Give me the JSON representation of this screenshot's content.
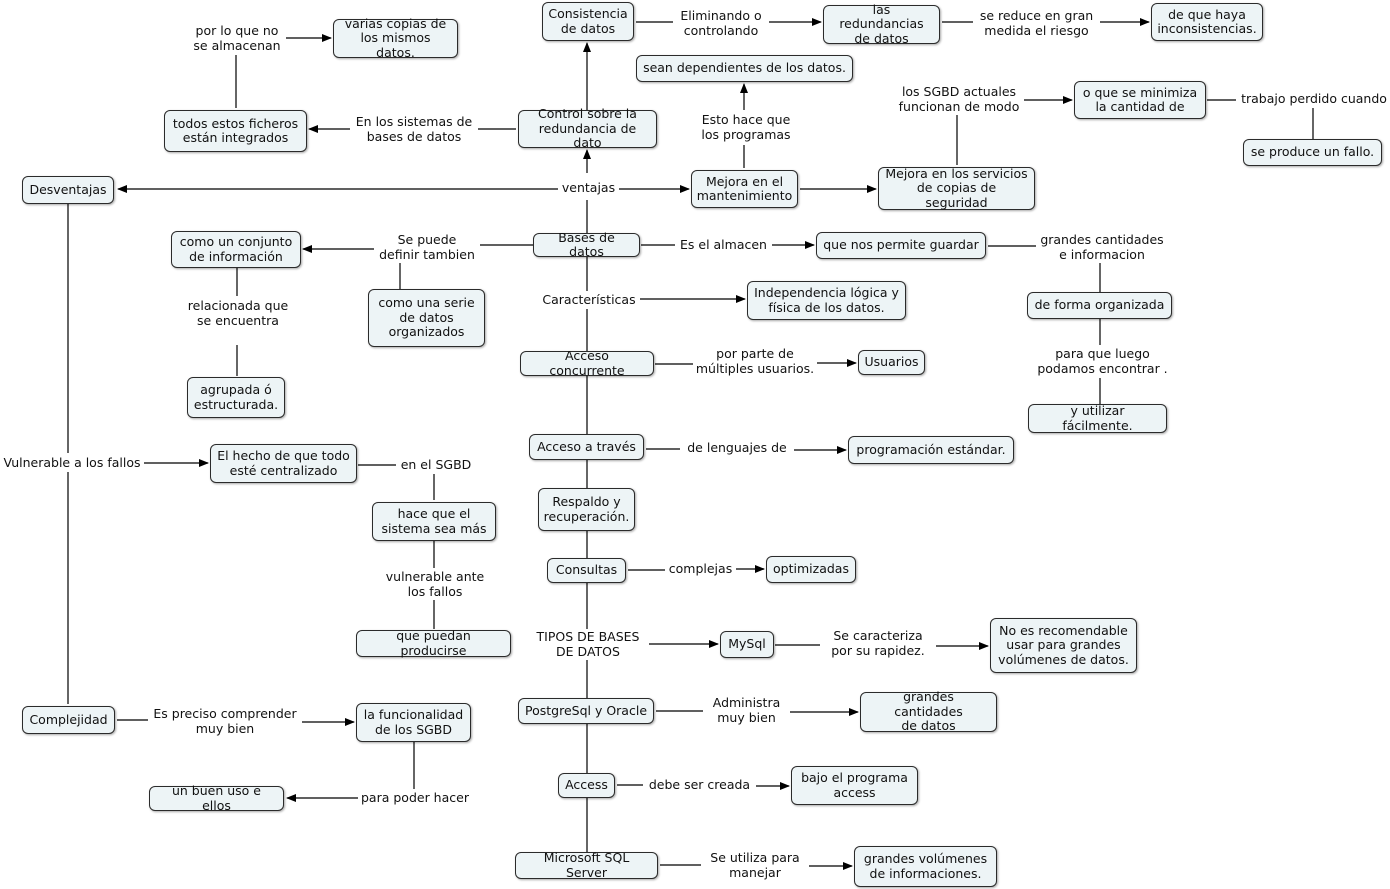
{
  "concepts": {
    "desventajas": "Desventajas",
    "consistencia": "Consistencia\nde datos",
    "redundancias": "las redundancias\nde datos",
    "inconsistencias": "de que haya\ninconsistencias.",
    "copias": "varias copias de\nlos mismos datos.",
    "ficheros": "todos estos ficheros\nestán integrados",
    "control": "Control sobre la\nredundancia de dato",
    "dependientes": "sean dependientes de los datos.",
    "minimiza": "o que se minimiza\nla cantidad de",
    "fallo": "se produce un fallo.",
    "mantenimiento": "Mejora en el\nmantenimiento",
    "servicios": "Mejora en los servicios\nde copias de seguridad",
    "conjunto": "como un conjunto\nde información",
    "bases": "Bases de datos",
    "guardar": "que nos permite guardar",
    "serie": "como una serie\nde datos\norganizados",
    "independencia": "Independencia lógica y\nfísica de los datos.",
    "organizada": "de forma organizada",
    "agrupada": "agrupada ó\nestructurada.",
    "concurrente": "Acceso concurrente",
    "usuarios": "Usuarios",
    "utilizar": "y utilizar fácilmente.",
    "centralizado": "El hecho de que todo\nesté centralizado",
    "acceso_traves": "Acceso a través",
    "programacion": "programación estándar.",
    "respaldo": "Respaldo y\nrecuperación.",
    "sistema_mas": "hace que el\nsistema sea más",
    "consultas": "Consultas",
    "optimizadas": "optimizadas",
    "producirse": "que puedan producirse",
    "mysql": "MySql",
    "no_recomendable": "No es recomendable\nusar para grandes\nvolúmenes de datos.",
    "postgre": "PostgreSql y Oracle",
    "grandes_cantidades": "grandes cantidades\nde datos",
    "complejidad": "Complejidad",
    "funcionalidad": "la funcionalidad\nde los SGBD",
    "access": "Access",
    "bajo_programa": "bajo el programa\naccess",
    "buen_uso": "un buen uso e ellos",
    "sqlserver": "Microsoft SQL Server",
    "volumenes": "grandes volúmenes\nde informaciones."
  },
  "links": {
    "por_lo_que_no": "por lo que no\nse almacenan",
    "eliminando": "Eliminando o\ncontrolando",
    "reduce": "se reduce en gran\nmedida el riesgo",
    "en_sistemas": "En los sistemas de\nbases de datos",
    "esto_hace": "Esto hace que\nlos programas",
    "sgbd_actuales": "los SGBD actuales\nfuncionan de modo",
    "trabajo": "trabajo perdido cuando",
    "ventajas": "ventajas",
    "se_puede": "Se puede\ndefinir tambien",
    "almacen": "Es el almacen",
    "grandes_info": "grandes cantidades\ne informacion",
    "caracteristicas": "Características",
    "relacionada": "relacionada que\nse encuentra",
    "por_parte": "por parte de\nmúltiples usuarios.",
    "para_luego": "para que luego\npodamos encontrar .",
    "vulnerable": "Vulnerable a los fallos",
    "en_sgbd": "en el SGBD",
    "lenguajes": "de lenguajes de",
    "complejas": "complejas",
    "vulnerable_ante": "vulnerable ante\nlos fallos",
    "tipos": "TIPOS DE BASES\nDE DATOS",
    "caracteriza": "Se caracteriza\npor su rapidez.",
    "administra": "Administra\nmuy bien",
    "preciso": "Es preciso comprender\nmuy bien",
    "debe_ser": "debe ser creada",
    "poder_hacer": "para poder hacer",
    "utiliza": "Se utiliza para\nmanejar"
  }
}
